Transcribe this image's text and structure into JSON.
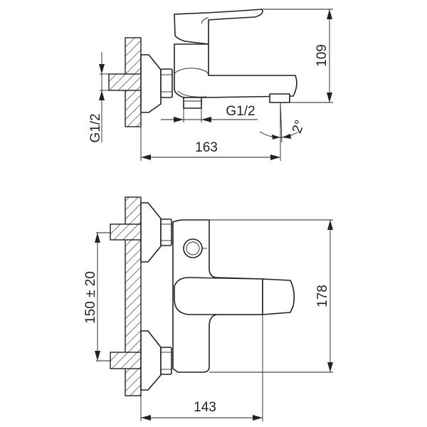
{
  "side_view": {
    "height_dim": "109",
    "outlet_thread_dim": "G1/2",
    "inlet_thread_dim": "G1/2",
    "projection_dim": "163",
    "angle_dim": "2°"
  },
  "front_view": {
    "height_dim": "178",
    "centers_dim": "150 ± 20",
    "projection_dim": "143"
  }
}
